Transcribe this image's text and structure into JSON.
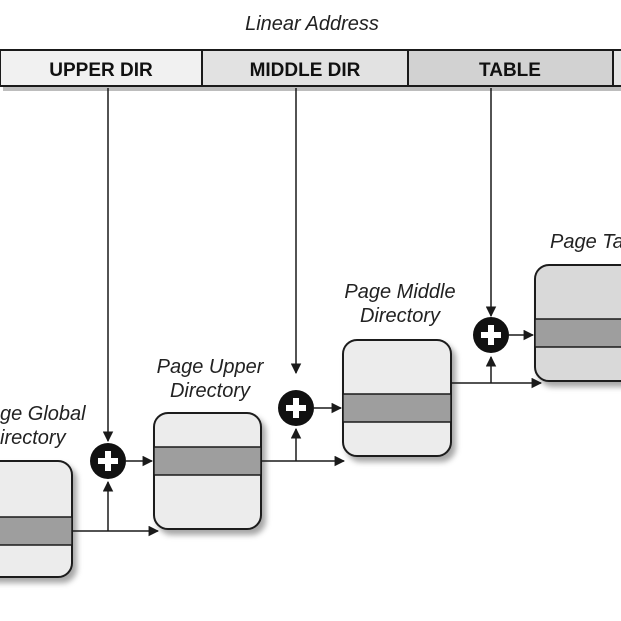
{
  "title": "Linear Address",
  "fields": {
    "upper_dir": "UPPER DIR",
    "middle_dir": "MIDDLE DIR",
    "table": "TABLE"
  },
  "tables": {
    "page_global_directory": {
      "line1": "ge Global",
      "line2": "irectory"
    },
    "page_upper_directory": {
      "line1": "Page Upper",
      "line2": "Directory"
    },
    "page_middle_directory": {
      "line1": "Page Middle",
      "line2": "Directory"
    },
    "page_table": {
      "line1": "Page Tabl"
    }
  },
  "colors": {
    "field_light": "#f1f1f1",
    "field_mid": "#e2e2e2",
    "field_dark": "#d2d2d2",
    "box_fill": "#ececec",
    "entry_band": "#9e9e9e",
    "stroke": "#1a1a1a"
  },
  "icons": {
    "adder": "plus-circle-icon"
  }
}
